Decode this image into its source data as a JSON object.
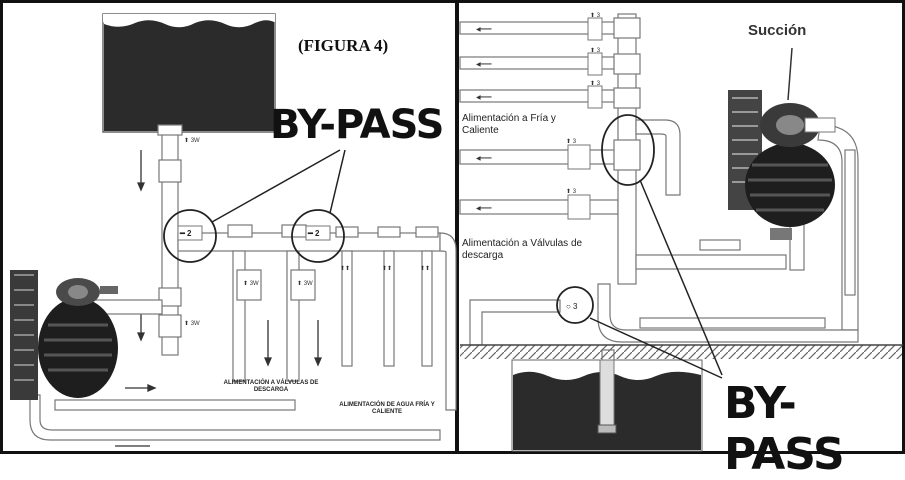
{
  "left_panel": {
    "figure_label": "(FIGURA 4)",
    "bypass_label": "BY-PASS",
    "discharge_label": "ALIMENTACIÓN A VÁLVULAS DE DESCARGA",
    "hot_cold_label": "ALIMENTACIÓN DE AGUA FRÍA Y CALIENTE"
  },
  "right_panel": {
    "suction_label": "Succión",
    "feed_hot_cold_label": "Alimentación a Fría y Caliente",
    "feed_discharge_label": "Alimentación a Válvulas de descarga",
    "bypass_label": "BY-PASS"
  },
  "colors": {
    "frame": "#111111",
    "water": "#2b2b2b",
    "pipe_fill": "#ffffff",
    "pipe_edge": "#777777",
    "ground": "#555555"
  }
}
